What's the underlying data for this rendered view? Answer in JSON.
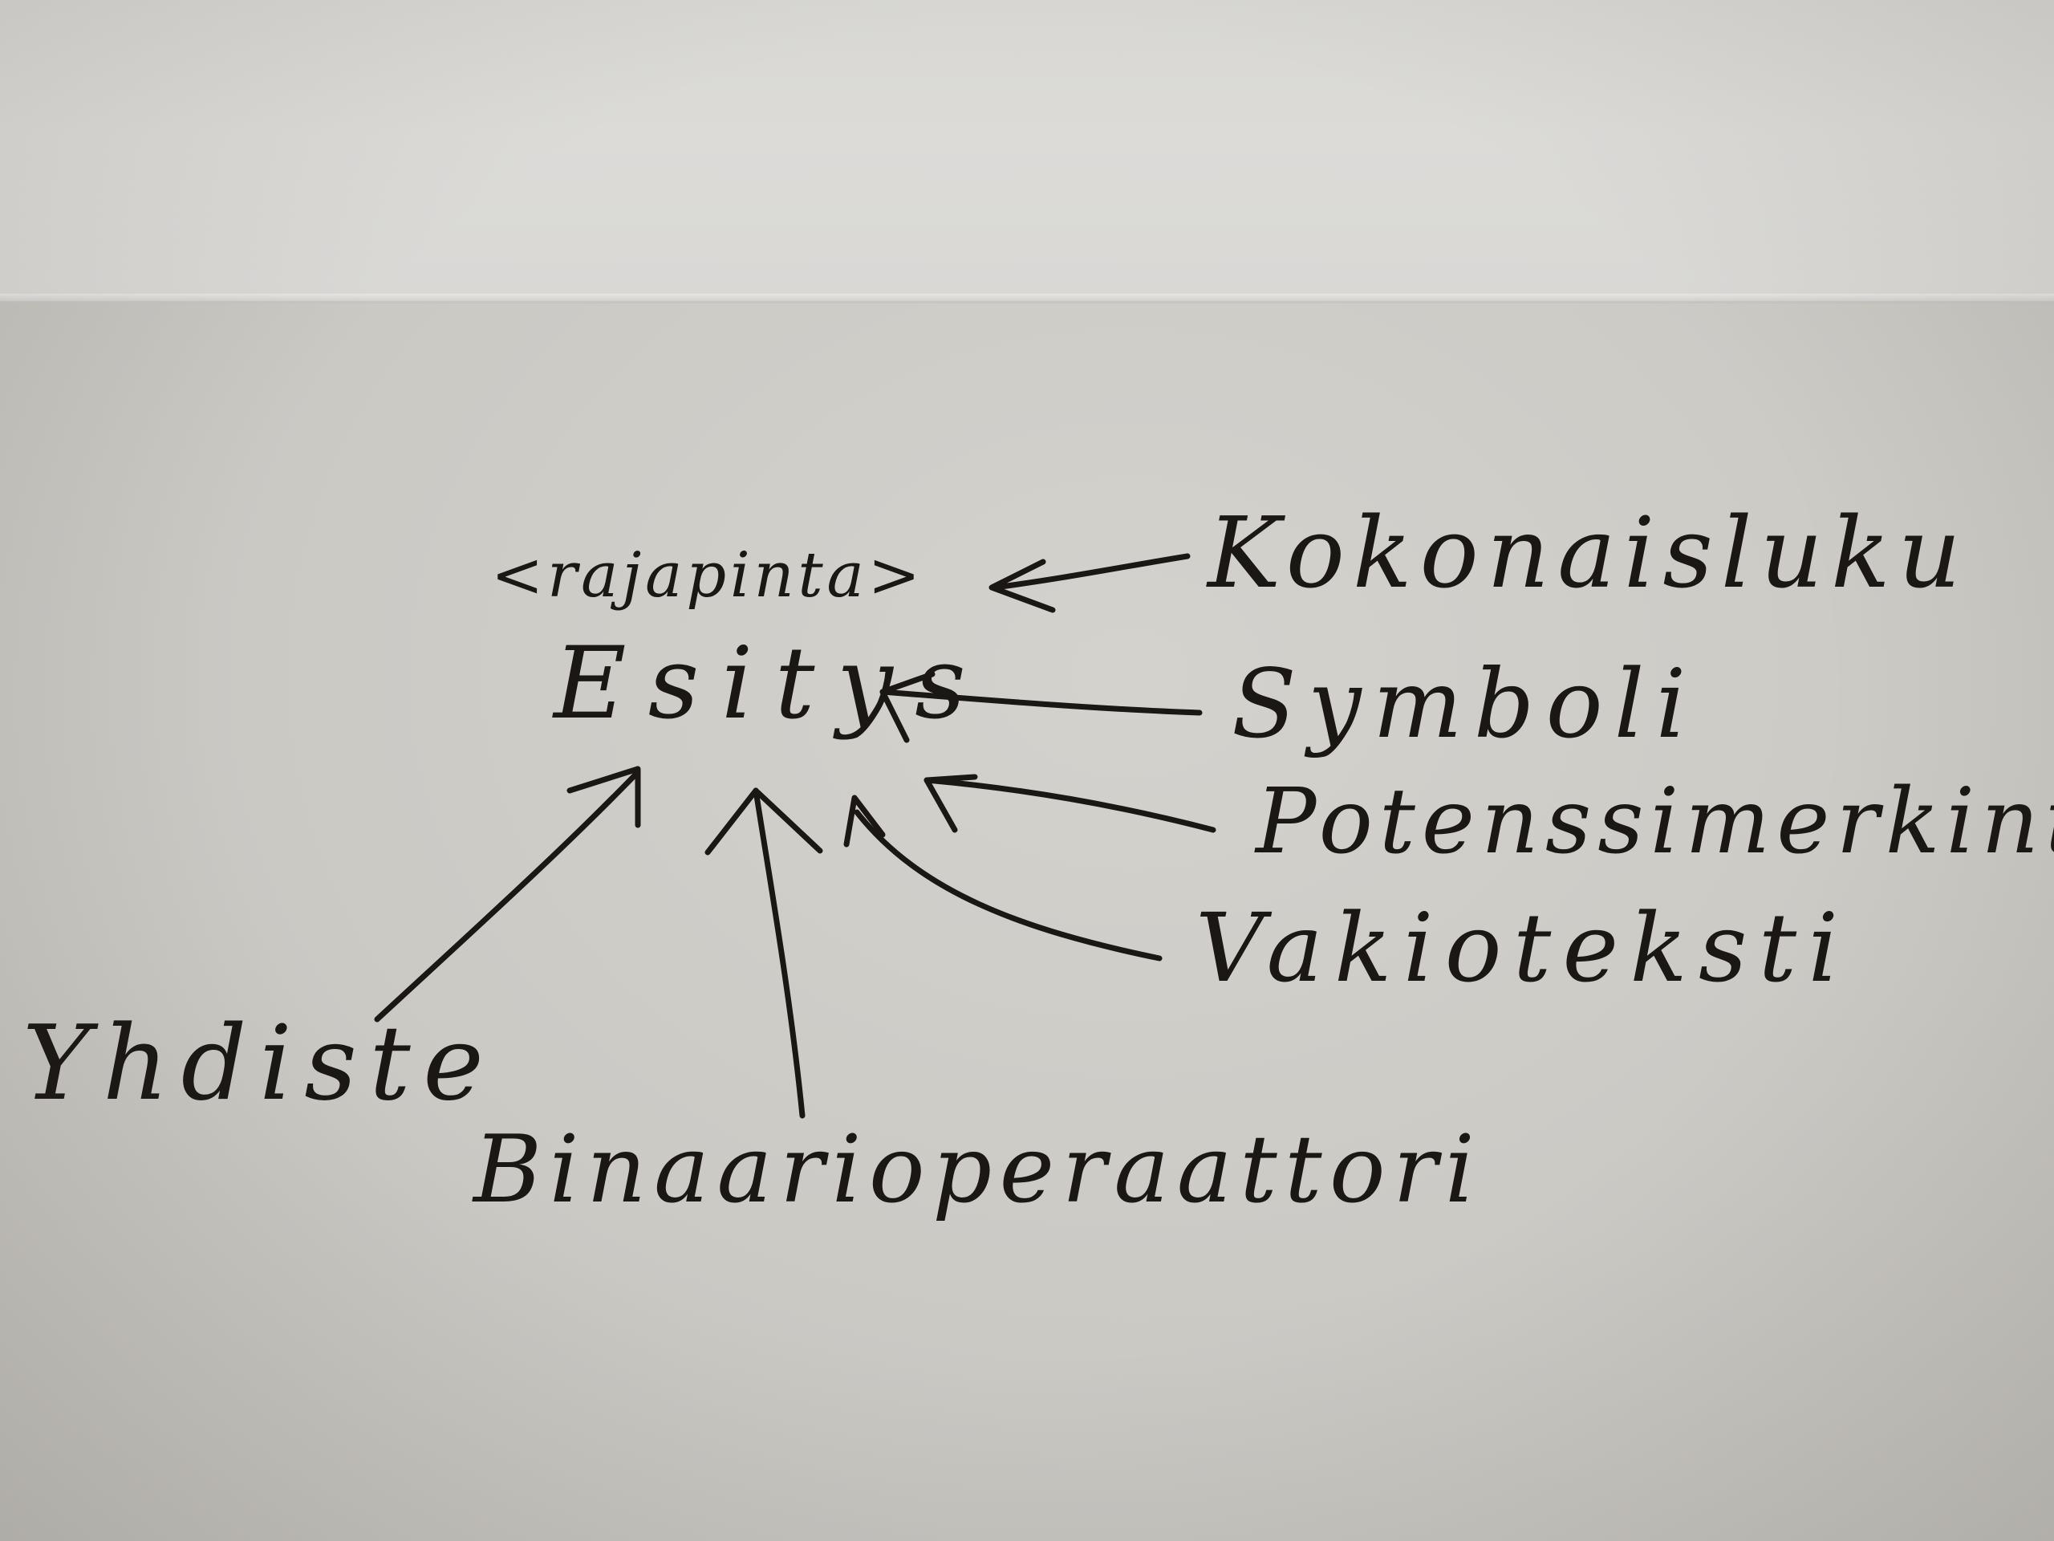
{
  "diagram": {
    "center": "Esitys",
    "interface_label": "<rajapinta>",
    "implementations": [
      {
        "key": "kokonaisluku",
        "label": "Kokonaisluku"
      },
      {
        "key": "symboli",
        "label": "Symboli"
      },
      {
        "key": "potenssimerkinta",
        "label": "Potenssimerkintä"
      },
      {
        "key": "vakioteksti",
        "label": "Vakioteksti"
      },
      {
        "key": "yhdiste",
        "label": "Yhdiste"
      },
      {
        "key": "binaarioperaattori",
        "label": "Binaarioperaattori"
      }
    ],
    "ink_color": "#1a1714",
    "paper_color": "#cfcdc8"
  }
}
